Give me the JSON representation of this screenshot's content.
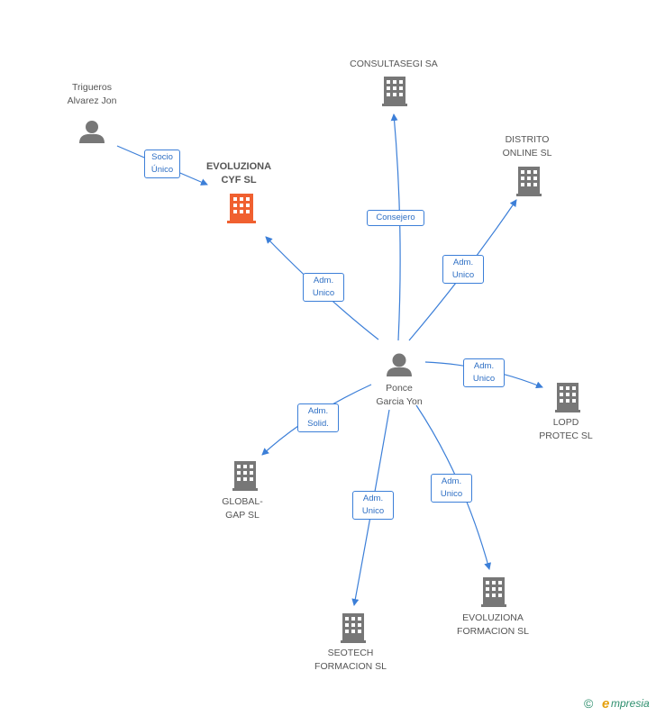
{
  "nodes": {
    "trigueros": {
      "line1": "Trigueros",
      "line2": "Alvarez Jon"
    },
    "evoluziona_cyf": {
      "line1": "EVOLUZIONA",
      "line2": "CYF  SL"
    },
    "consultasegi": {
      "line1": "CONSULTASEGI SA"
    },
    "distrito": {
      "line1": "DISTRITO",
      "line2": "ONLINE SL"
    },
    "ponce": {
      "line1": "Ponce",
      "line2": "Garcia Yon"
    },
    "lopd": {
      "line1": "LOPD",
      "line2": "PROTEC SL"
    },
    "global_gap": {
      "line1": "GLOBAL-",
      "line2": "GAP SL"
    },
    "seotech": {
      "line1": "SEOTECH",
      "line2": "FORMACION  SL"
    },
    "evoluziona_formacion": {
      "line1": "EVOLUZIONA",
      "line2": "FORMACION SL"
    }
  },
  "edges": {
    "socio_unico": {
      "line1": "Socio",
      "line2": "Único"
    },
    "adm_unico_evoluziona_cyf": {
      "line1": "Adm.",
      "line2": "Unico"
    },
    "consejero": {
      "line1": "Consejero"
    },
    "adm_unico_distrito": {
      "line1": "Adm.",
      "line2": "Unico"
    },
    "adm_unico_lopd": {
      "line1": "Adm.",
      "line2": "Unico"
    },
    "adm_solid_global": {
      "line1": "Adm.",
      "line2": "Solid."
    },
    "adm_unico_seotech": {
      "line1": "Adm.",
      "line2": "Unico"
    },
    "adm_unico_evoluziona_formacion": {
      "line1": "Adm.",
      "line2": "Unico"
    }
  },
  "colors": {
    "edge": "#3c7fd8",
    "building": "#777777",
    "building_highlight": "#f06030",
    "person": "#777777"
  },
  "footer": {
    "copyright": "©",
    "brand_initial": "e",
    "brand_rest": "mpresia"
  }
}
